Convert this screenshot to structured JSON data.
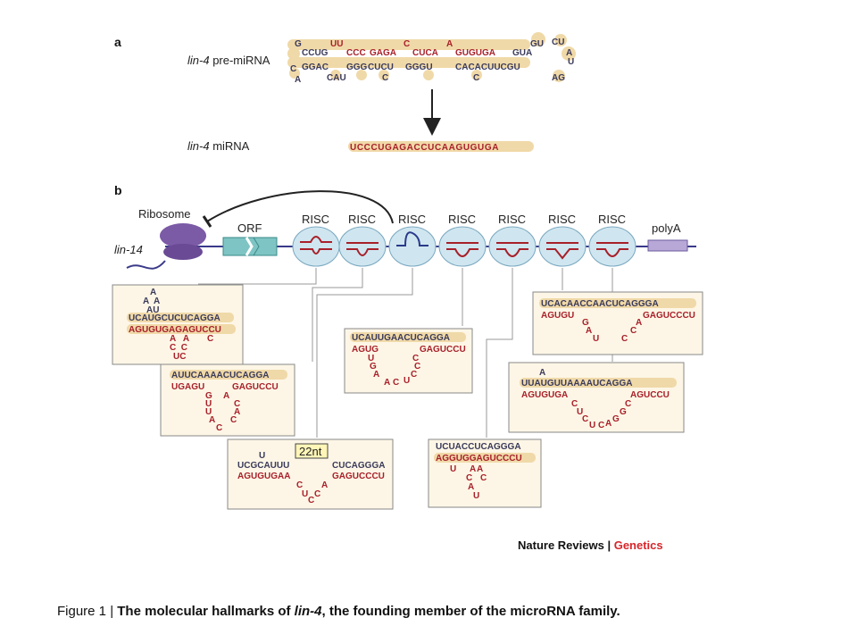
{
  "panel_a": {
    "letter": "a",
    "premirna_label_italic": "lin-4",
    "premirna_label_rest": " pre-miRNA",
    "mirna_label_italic": "lin-4",
    "mirna_label_rest": " miRNA",
    "mirna_sequence": "UCCCUGAGACCUCAAGUGUGA",
    "hairpin_top": {
      "t1": "G",
      "t2": "CCUG",
      "t3": "UU",
      "t4": "CCC",
      "t5": "GAGA",
      "t6": "C",
      "t7": "CUCA",
      "t8": "A",
      "t9": "GUGUGA",
      "t10": "GU",
      "t11": "GUA",
      "t12": "CU",
      "t13": "A"
    },
    "hairpin_bottom": {
      "b1": "C",
      "b2": "GGAC",
      "b3": "GGG",
      "b4": "CUCU",
      "b5": "GGGU",
      "b6": "CACACUUCGU",
      "b7": "U",
      "b8": "A",
      "b9": "CAU",
      "b10": "C",
      "b11": "C",
      "b12": "AG"
    }
  },
  "panel_b": {
    "letter": "b",
    "ribosome_label": "Ribosome",
    "orf_label": "ORF",
    "risc_label": "RISC",
    "polya_label": "polyA",
    "gene_label": "lin-14",
    "boxes": [
      {
        "top": "UCAUGCUCUCAGGA",
        "bottom": "AGUGUGAGAGUCCU",
        "loop_top": "A",
        "loop_mid": "A  A",
        "loop_au": "AU",
        "bulge1": "A   A",
        "bulge2": "C",
        "bulge3": "C  C",
        "bulge4": "UC"
      },
      {
        "top": "AUUCAAAACUCAGGA",
        "bottom_left": "UGAGU",
        "bottom_right": "GAGUCCU",
        "loop": [
          "G",
          "A",
          "U",
          "C",
          "U",
          "A",
          "A",
          "C",
          "C"
        ]
      },
      {
        "tag": "22nt",
        "loop_top": "U",
        "top_left": "UCGCAUUU",
        "top_right": "CUCAGGGA",
        "bottom_left": "AGUGUGAA",
        "bottom_right": "GAGUCCCU",
        "loop": [
          "C",
          "U",
          "C",
          "C",
          "A"
        ]
      },
      {
        "top": "UCAUUGAACUCAGGA",
        "bottom_left": "AGUG",
        "bottom_right": "GAGUCCU",
        "loop": [
          "U",
          "G",
          "A",
          "A",
          "C",
          "U",
          "C",
          "C",
          "C"
        ]
      },
      {
        "top": "UCUACCUCAGGGA",
        "bottom": "AGGUGGAGUCCCU",
        "loop": [
          "U",
          "A",
          "A",
          "C",
          "C",
          "A",
          "U"
        ]
      },
      {
        "top": "UCACAACCAACUCAGGGA",
        "bottom_left": "AGUGU",
        "bottom_right": "GAGUCCCU",
        "loop": [
          "G",
          "A",
          "U",
          "C",
          "C",
          "A"
        ]
      },
      {
        "loop_top": "A",
        "top": "UUAUGUUAAAAUCAGGA",
        "bottom_left": "AGUGUGA",
        "bottom_right": "AGUCCU",
        "loop": [
          "C",
          "U",
          "C",
          "U",
          "C",
          "A",
          "G",
          "G",
          "C"
        ]
      }
    ]
  },
  "credit": {
    "part1": "Nature Reviews",
    "separator": " | ",
    "part2": "Genetics"
  },
  "caption": {
    "prefix": "Figure 1 |  ",
    "bold1": "The molecular hallmarks of ",
    "bold_italic": "lin-4",
    "bold2": ", the founding member of the microRNA family."
  },
  "colors": {
    "rna_red": "#a8202a",
    "rna_dark": "#3a3a5a",
    "bead": "#f0d9a8",
    "risc_fill": "#cfe6f0",
    "box_fill": "#fdf6e6",
    "ribosome": "#7b5aa6",
    "orf": "#7fc4c4",
    "polya": "#b8a8d8",
    "credit_red": "#d6262b"
  }
}
